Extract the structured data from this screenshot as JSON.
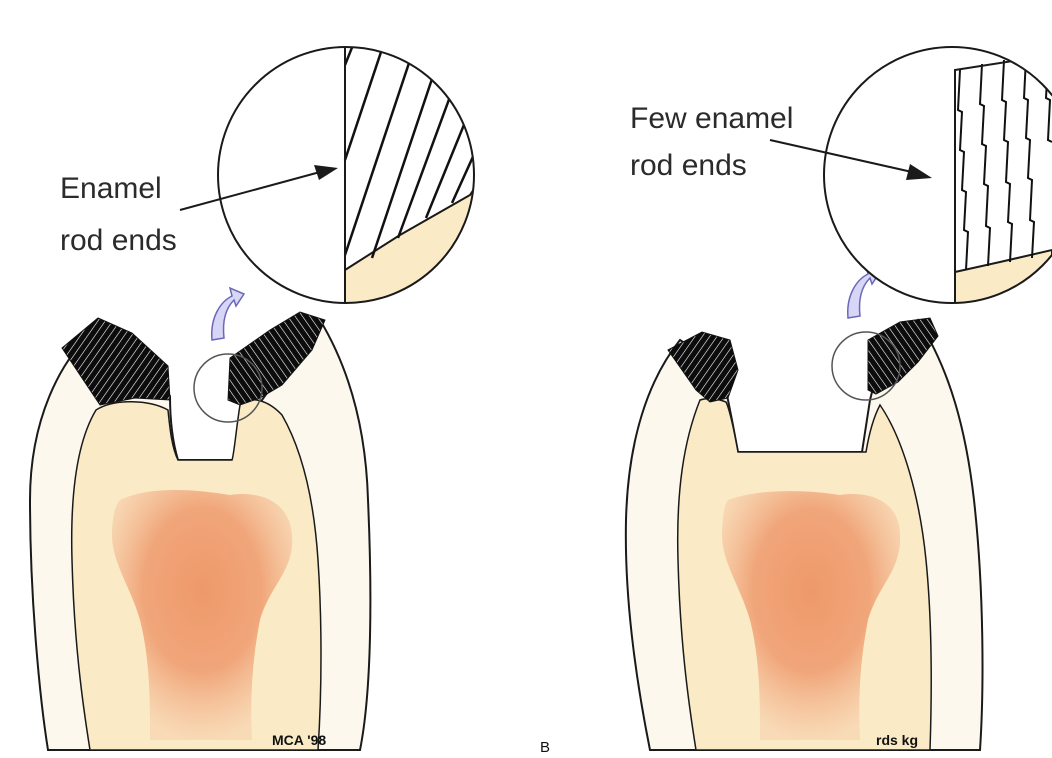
{
  "panels": [
    {
      "id": "left",
      "label_lines": [
        "Enamel",
        "rod ends"
      ],
      "signature": "MCA '98"
    },
    {
      "id": "right",
      "label_lines": [
        "Few enamel",
        "rod ends"
      ],
      "signature": "rds kg"
    }
  ],
  "panel_letter": "B",
  "colors": {
    "enamel": "#fcf8ee",
    "dentin": "#faebc6",
    "pulp": "#ef9a6d",
    "outline": "#1a1a1a",
    "arrow_fill": "#d8d6f6",
    "arrow_stroke": "#6b68b8"
  }
}
